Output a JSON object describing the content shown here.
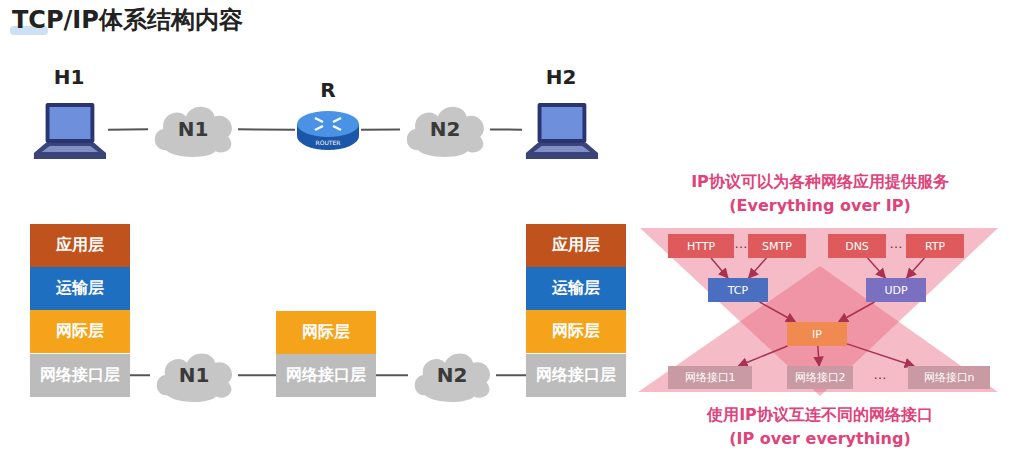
{
  "diagram": {
    "title": "TCP/IP体系结构内容",
    "nodes": [
      {
        "text": [
          "H1"
        ]
      },
      {
        "text": [
          "N1"
        ]
      },
      {
        "text": [
          "R",
          "ROUTER"
        ]
      },
      {
        "text": [
          "N2"
        ]
      },
      {
        "text": [
          "H2"
        ]
      },
      {
        "text": [
          "应用层"
        ]
      },
      {
        "text": [
          "运输层"
        ]
      },
      {
        "text": [
          "网际层"
        ]
      },
      {
        "text": [
          "网络接口层"
        ]
      },
      {
        "text": [
          "N1"
        ]
      },
      {
        "text": [
          "网际层"
        ]
      },
      {
        "text": [
          "网络接口层"
        ]
      },
      {
        "text": [
          "N2"
        ]
      },
      {
        "text": [
          "应用层"
        ]
      },
      {
        "text": [
          "运输层"
        ]
      },
      {
        "text": [
          "网际层"
        ]
      },
      {
        "text": [
          "网络接口层"
        ]
      },
      {
        "text": [
          "HTTP"
        ]
      },
      {
        "text": [
          "SMTP"
        ]
      },
      {
        "text": [
          "DNS"
        ]
      },
      {
        "text": [
          "RTP"
        ]
      },
      {
        "text": [
          "TCP"
        ]
      },
      {
        "text": [
          "UDP"
        ]
      },
      {
        "text": [
          "IP"
        ]
      },
      {
        "text": [
          "网络接口1"
        ]
      },
      {
        "text": [
          "网络接口2"
        ]
      },
      {
        "text": [
          "网络接口n"
        ]
      }
    ],
    "edges": [
      {
        "from": 0,
        "to": 1,
        "arrow": "none"
      },
      {
        "from": 1,
        "to": 2,
        "arrow": "none"
      },
      {
        "from": 2,
        "to": 3,
        "arrow": "none"
      },
      {
        "from": 3,
        "to": 4,
        "arrow": "none"
      },
      {
        "from": 8,
        "to": 9,
        "arrow": "none"
      },
      {
        "from": 9,
        "to": 11,
        "arrow": "none"
      },
      {
        "from": 11,
        "to": 12,
        "arrow": "none"
      },
      {
        "from": 12,
        "to": 16,
        "arrow": "none"
      },
      {
        "from": 17,
        "to": 21,
        "arrow": "to"
      },
      {
        "from": 18,
        "to": 21,
        "arrow": "to"
      },
      {
        "from": 19,
        "to": 22,
        "arrow": "to"
      },
      {
        "from": 20,
        "to": 22,
        "arrow": "to"
      },
      {
        "from": 21,
        "to": 23,
        "arrow": "to"
      },
      {
        "from": 22,
        "to": 23,
        "arrow": "to"
      },
      {
        "from": 23,
        "to": 24,
        "arrow": "to"
      },
      {
        "from": 23,
        "to": 25,
        "arrow": "to"
      },
      {
        "from": 23,
        "to": 26,
        "arrow": "to"
      }
    ],
    "labels": [
      "IP协议可以为各种网络应用提供服务",
      "(Everything over IP)",
      "…",
      "…",
      "…",
      "使用IP协议互连不同的网络接口",
      "(IP over everything)"
    ]
  }
}
